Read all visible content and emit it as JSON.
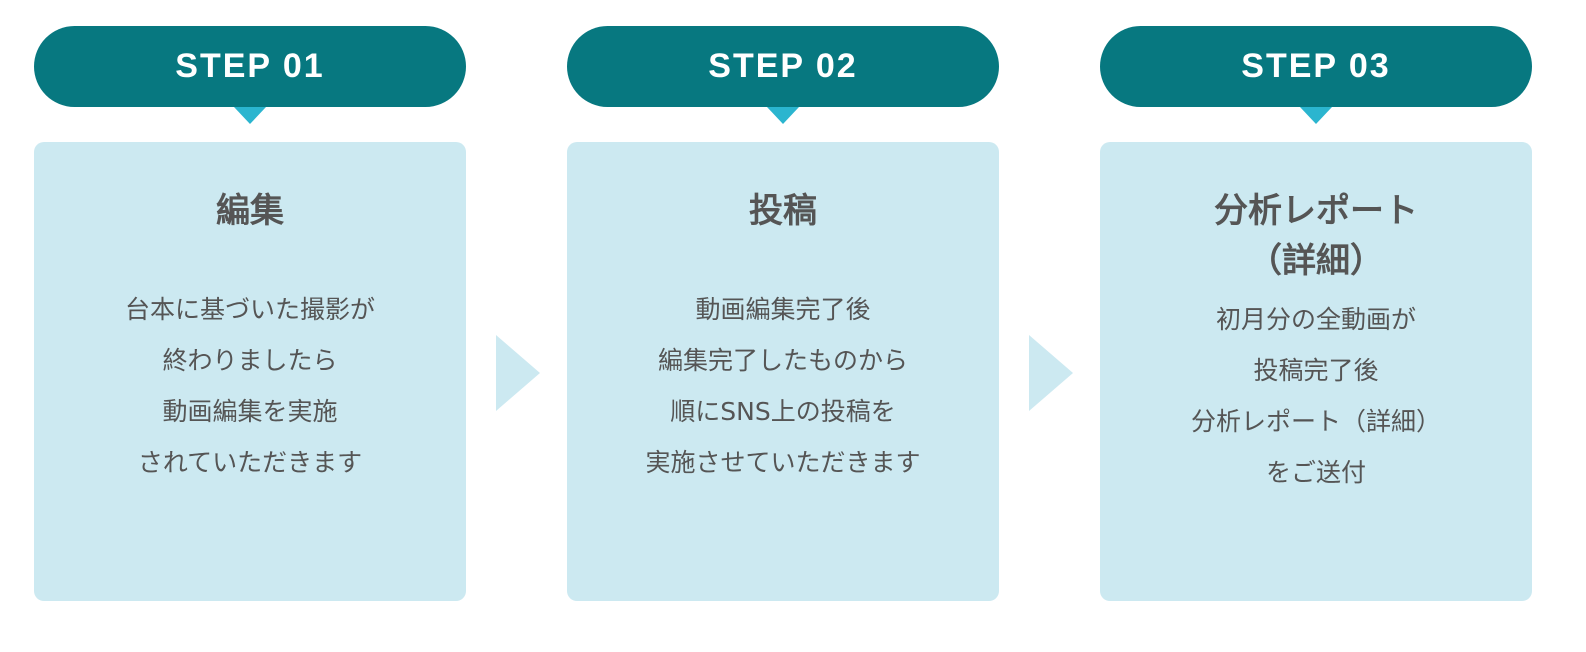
{
  "steps": [
    {
      "label": "STEP 01",
      "title": [
        "編集"
      ],
      "body": [
        "台本に基づいた撮影が",
        "終わりましたら",
        "動画編集を実施",
        "されていただきます"
      ]
    },
    {
      "label": "STEP 02",
      "title": [
        "投稿"
      ],
      "body": [
        "動画編集完了後",
        "編集完了したものから",
        "順にSNS上の投稿を",
        "実施させていただきます"
      ]
    },
    {
      "label": "STEP 03",
      "title": [
        "分析レポート",
        "（詳細）"
      ],
      "body": [
        "初月分の全動画が",
        "投稿完了後",
        "分析レポート（詳細）",
        "をご送付"
      ]
    }
  ],
  "colors": {
    "pill": "#077880",
    "pointer": "#2bb5cf",
    "card": "#cce9f1",
    "text": "#555555"
  }
}
